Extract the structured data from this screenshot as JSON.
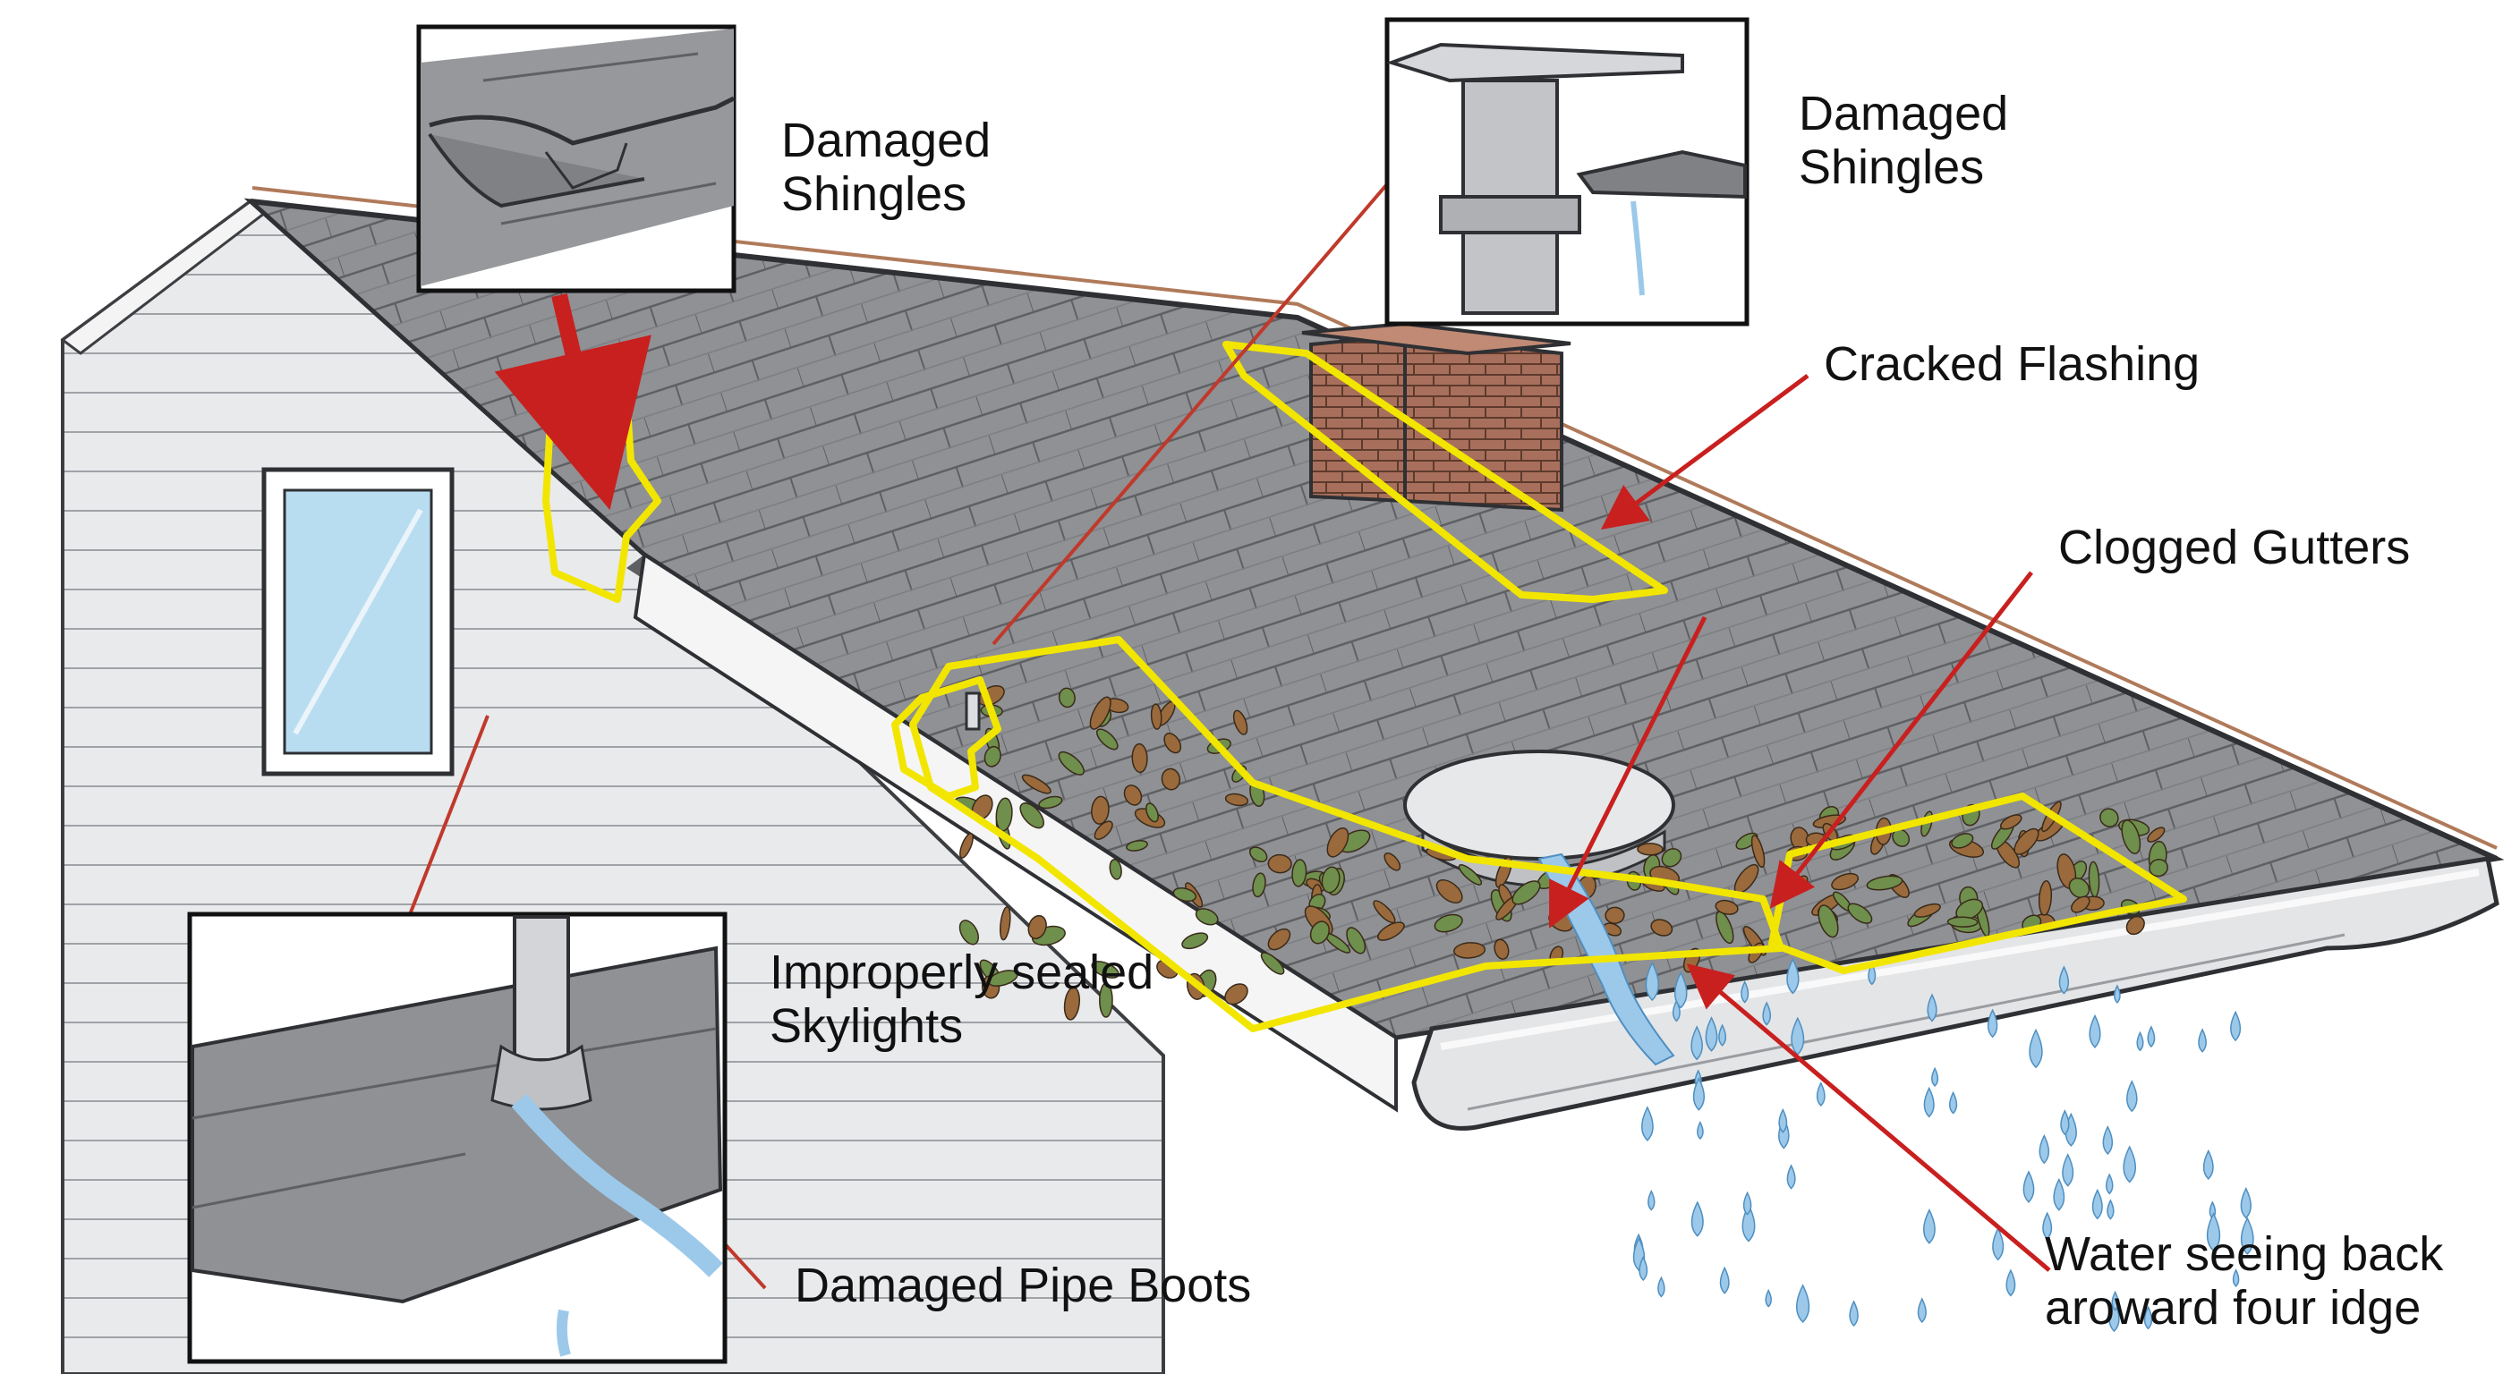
{
  "labels": {
    "damaged_shingles_left": {
      "line1": "Damaged",
      "line2": "Shingles"
    },
    "damaged_shingles_right": {
      "line1": "Damaged",
      "line2": "Shingles"
    },
    "cracked_flashing": "Cracked Flashing",
    "clogged_gutters": "Clogged Gutters",
    "skylights": {
      "line1": "Improperly sealed",
      "line2": "Skylights"
    },
    "pipe_boots": "Damaged Pipe Boots",
    "water_seeping": {
      "line1": "Water seeing back",
      "line2": "aroward four idge"
    }
  },
  "colors": {
    "roof": "#8f9194",
    "roof_dark": "#6d6f72",
    "wall": "#e9eaec",
    "highlight": "#f2e600",
    "arrow": "#c8201f",
    "leader": "#c0392b",
    "water": "#9cc9ea",
    "chimney": "#a8705c",
    "leaf_green": "#6f8f4c",
    "leaf_brown": "#9a6a3c"
  }
}
